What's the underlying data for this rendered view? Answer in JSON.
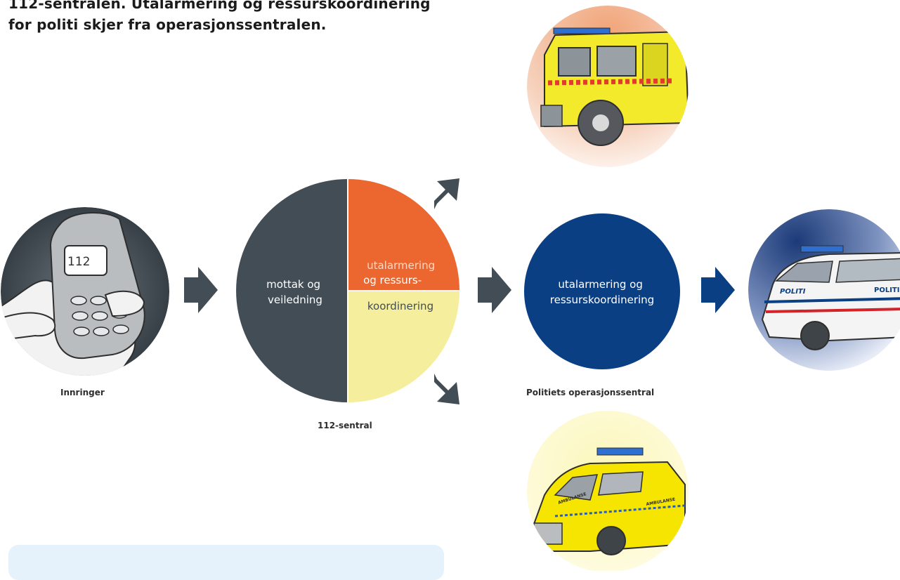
{
  "intro": {
    "line1": "112-sentralen. Utalarmering og ressurskoordinering",
    "line2": "for politi skjer fra operasjonssentralen."
  },
  "caller": {
    "phone_display": "112",
    "caption": "Innringer"
  },
  "central_112": {
    "left_label": [
      "mottak og",
      "veiledning"
    ],
    "right_label": [
      "utalarmering",
      "og ressurs-",
      "koordinering"
    ],
    "caption": "112-sentral",
    "colors": {
      "left": "#434d55",
      "top_right": "#ec6730",
      "bottom_right": "#f5ee9c"
    }
  },
  "police_central": {
    "label": [
      "utalarmering og",
      "ressurskoordinering"
    ],
    "caption": "Politiets operasjonssentral",
    "color": "#0a3f84"
  },
  "vehicles": {
    "fire_truck": {
      "icon": "fire-truck-icon"
    },
    "police_car": {
      "icon": "police-car-icon",
      "markings": [
        "POLITI",
        "POLITI"
      ]
    },
    "ambulance": {
      "icon": "ambulance-icon",
      "markings": [
        "AMBULANSE",
        "AMBULANSE"
      ]
    }
  },
  "arrow_color_gray": "#434d55",
  "arrow_color_blue": "#0a3f84"
}
